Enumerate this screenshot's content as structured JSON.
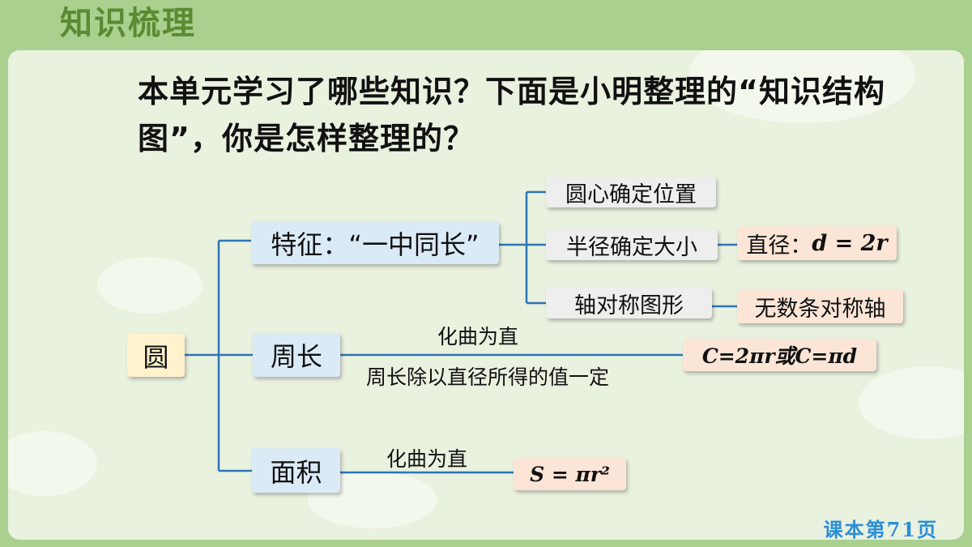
{
  "header": {
    "title": "知识梳理"
  },
  "question": {
    "text": "本单元学习了哪些知识？下面是小明整理的“知识结构图”，你是怎样整理的？"
  },
  "diagram": {
    "root": "圆",
    "branches": {
      "features": "特征：“一中同长”",
      "circumference": "周长",
      "area": "面积"
    },
    "features": {
      "center": "圆心确定位置",
      "radius": "半径确定大小",
      "axis": "轴对称图形"
    },
    "results": {
      "diameter_label": "直径：",
      "diameter_formula": "d = 2r",
      "symmetry": "无数条对称轴",
      "circumference_formula": "C=2πr或C=πd",
      "area_formula": "S = πr²"
    },
    "edge_labels": {
      "circumference_top": "化曲为直",
      "circumference_bottom": "周长除以直径所得的值一定",
      "area_top": "化曲为直"
    }
  },
  "footer": {
    "page_ref": "课本第71页"
  },
  "colors": {
    "background": "#a9d08e",
    "panel": "#e9f1df",
    "connector": "#2e75b6",
    "root_fill": "#fff2cc",
    "blue_fill": "#dbeaf7",
    "grey_fill": "#eeeeee",
    "pink_fill": "#fbe5d6",
    "page_ref": "#2b8fd6"
  }
}
